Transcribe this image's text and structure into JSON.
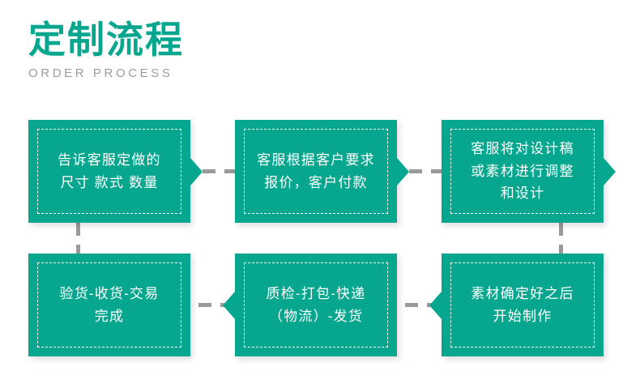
{
  "header": {
    "title": "定制流程",
    "subtitle": "ORDER PROCESS",
    "title_color": "#06a78e",
    "subtitle_color": "#9c9c9c"
  },
  "theme": {
    "box_fill": "#06a78e",
    "box_text_color": "#ffffff",
    "connector_color": "#9a9a9a",
    "background": "#ffffff"
  },
  "flow": {
    "steps": [
      {
        "id": "step-1",
        "text": "告诉客服定做的\n尺寸 款式 数量",
        "arrow": "right"
      },
      {
        "id": "step-2",
        "text": "客服根据客户要求\n报价，客户付款",
        "arrow": "right"
      },
      {
        "id": "step-3",
        "text": "客服将对设计稿\n或素材进行调整\n和设计",
        "arrow": "right"
      },
      {
        "id": "step-4",
        "text": "验货-收货-交易\n完成",
        "arrow": "none"
      },
      {
        "id": "step-5",
        "text": "质检-打包-快递\n（物流）-发货",
        "arrow": "left"
      },
      {
        "id": "step-6",
        "text": "素材确定好之后\n开始制作",
        "arrow": "left"
      }
    ]
  }
}
